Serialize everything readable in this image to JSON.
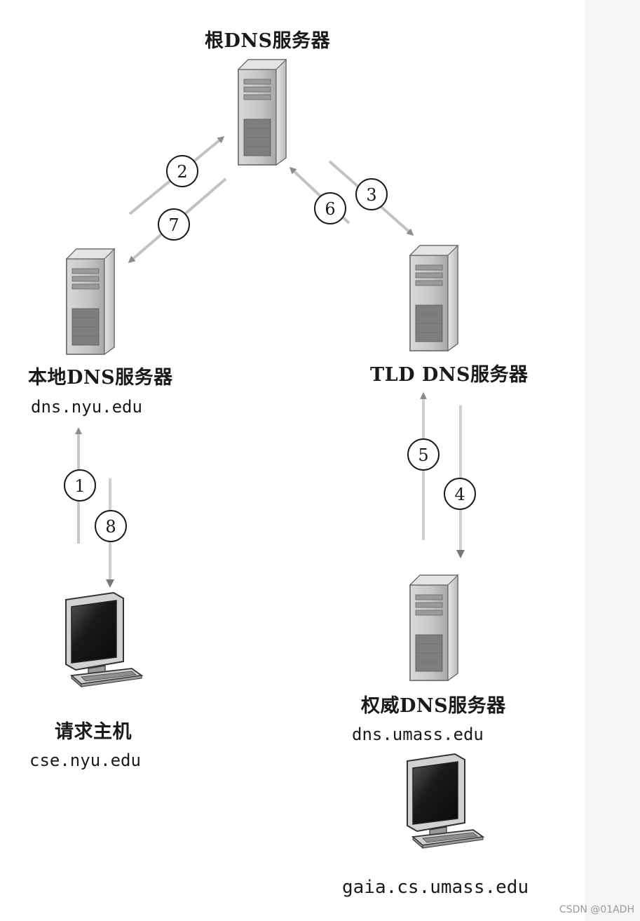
{
  "nodes": {
    "root": {
      "title": "根DNS服务器"
    },
    "local": {
      "title": "本地DNS服务器",
      "host": "dns.nyu.edu"
    },
    "tld": {
      "title": "TLD DNS服务器"
    },
    "requester": {
      "title": "请求主机",
      "host": "cse.nyu.edu"
    },
    "authoritative": {
      "title": "权威DNS服务器",
      "host": "dns.umass.edu"
    },
    "target_host": {
      "host": "gaia.cs.umass.edu"
    }
  },
  "steps": [
    "1",
    "2",
    "3",
    "4",
    "5",
    "6",
    "7",
    "8"
  ],
  "watermark": "CSDN @01ADH"
}
